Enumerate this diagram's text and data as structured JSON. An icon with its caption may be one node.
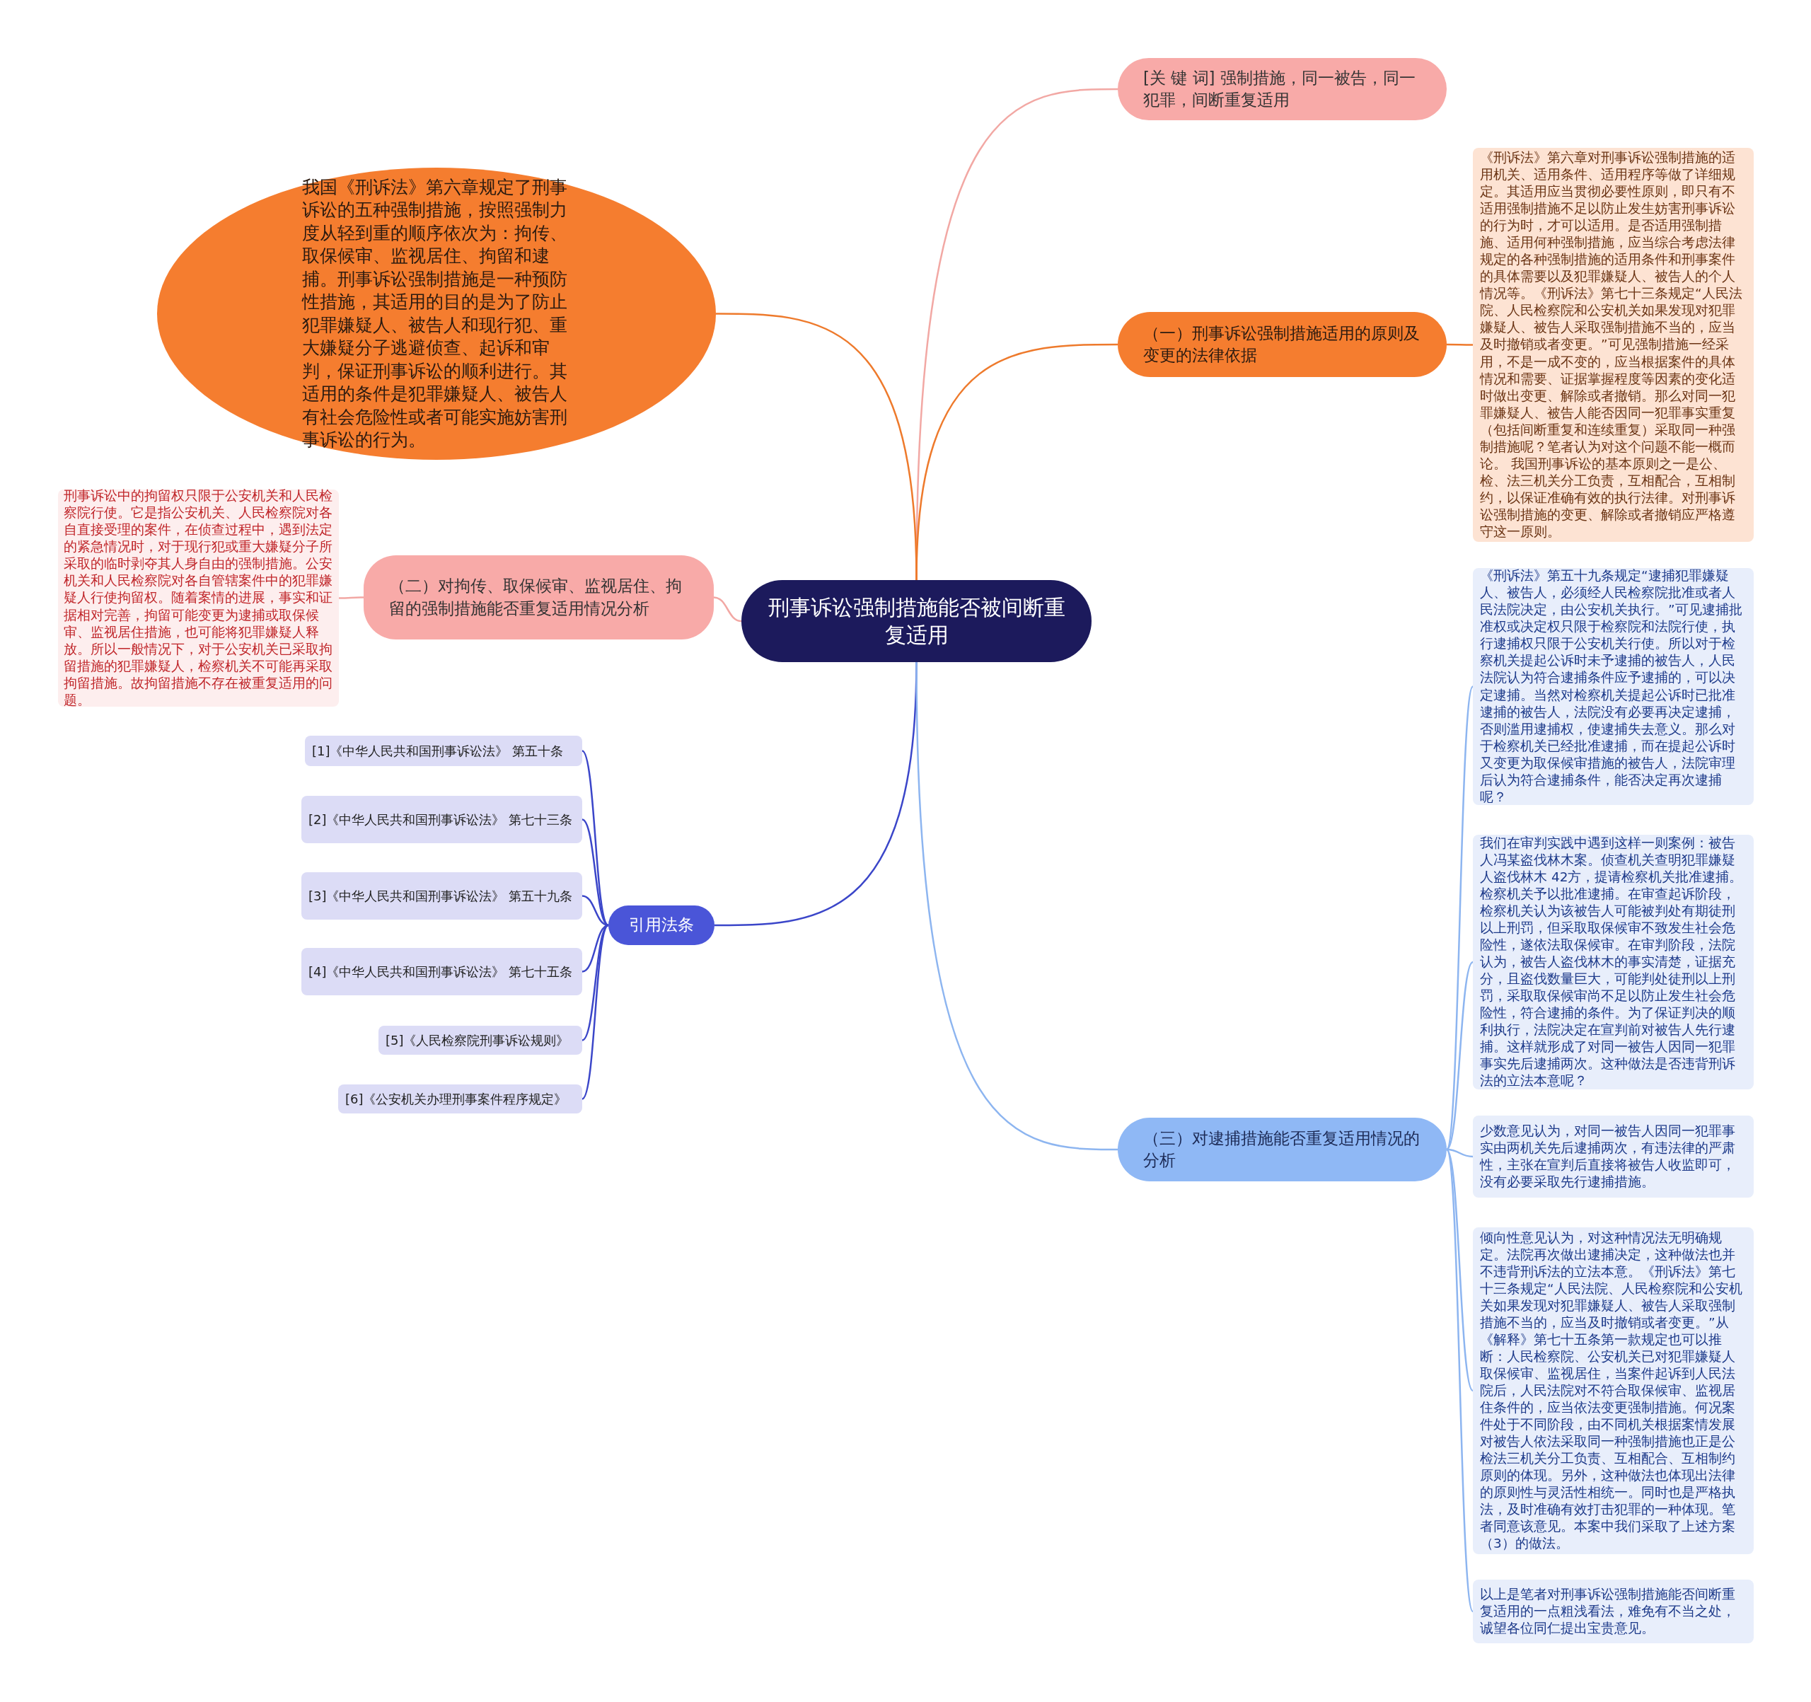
{
  "diagram": {
    "nodes": [
      {
        "text": [
          "刑事诉讼强制措施能否被间断重复适用"
        ]
      },
      {
        "text": [
          "[关 键 词] 强制措施，同一被告，同一犯罪，间断重复适用"
        ]
      },
      {
        "text": [
          "（一）刑事诉讼强制措施适用的原则及变更的法律依据"
        ]
      },
      {
        "text": [
          "《刑诉法》第六章对刑事诉讼强制措施的适用机关、适用条件、适用程序等做了详细规定。其适用应当贯彻必要性原则，即只有不适用强制措施不足以防止发生妨害刑事诉讼的行为时，才可以适用。是否适用强制措施、适用何种强制措施，应当综合考虑法律规定的各种强制措施的适用条件和刑事案件的具体需要以及犯罪嫌疑人、被告人的个人情况等。《刑诉法》第七十三条规定“人民法院、人民检察院和公安机关如果发现对犯罪嫌疑人、被告人采取强制措施不当的，应当及时撤销或者变更。”可见强制措施一经采用，不是一成不变的，应当根据案件的具体情况和需要、证据掌握程度等因素的变化适时做出变更、解除或者撤销。那么对同一犯罪嫌疑人、被告人能否因同一犯罪事实重复（包括间断重复和连续重复）采取同一种强制措施呢？笔者认为对这个问题不能一概而论。 我国刑事诉讼的基本原则之一是公、检、法三机关分工负责，互相配合，互相制约，以保证准确有效的执行法律。对刑事诉讼强制措施的变更、解除或者撤销应严格遵守这一原则。"
        ]
      },
      {
        "text": [
          "我国《刑诉法》第六章规定了刑事诉讼的五种强制措施，按照强制力度从轻到重的顺序依次为：拘传、取保候审、监视居住、拘留和逮捕。刑事诉讼强制措施是一种预防性措施，其适用的目的是为了防止犯罪嫌疑人、被告人和现行犯、重大嫌疑分子逃避侦查、起诉和审判，保证刑事诉讼的顺利进行。其适用的条件是犯罪嫌疑人、被告人有社会危险性或者可能实施妨害刑事诉讼的行为。"
        ]
      },
      {
        "text": [
          "（二）对拘传、取保候审、监视居住、拘留的强制措施能否重复适用情况分析"
        ]
      },
      {
        "text": [
          "刑事诉讼中的拘留权只限于公安机关和人民检察院行使。它是指公安机关、人民检察院对各自直接受理的案件，在侦查过程中，遇到法定的紧急情况时，对于现行犯或重大嫌疑分子所采取的临时剥夺其人身自由的强制措施。公安机关和人民检察院对各自管辖案件中的犯罪嫌疑人行使拘留权。随着案情的进展，事实和证据相对完善，拘留可能变更为逮捕或取保候审、监视居住措施，也可能将犯罪嫌疑人释放。所以一般情况下，对于公安机关已采取拘留措施的犯罪嫌疑人，检察机关不可能再采取拘留措施。故拘留措施不存在被重复适用的问题。"
        ]
      },
      {
        "text": [
          "引用法条"
        ]
      },
      {
        "text": [
          "[1]《中华人民共和国刑事诉讼法》 第五十条"
        ]
      },
      {
        "text": [
          "[2]《中华人民共和国刑事诉讼法》 第七十三条"
        ]
      },
      {
        "text": [
          "[3]《中华人民共和国刑事诉讼法》 第五十九条"
        ]
      },
      {
        "text": [
          "[4]《中华人民共和国刑事诉讼法》 第七十五条"
        ]
      },
      {
        "text": [
          "[5]《人民检察院刑事诉讼规则》"
        ]
      },
      {
        "text": [
          "[6]《公安机关办理刑事案件程序规定》"
        ]
      },
      {
        "text": [
          "（三）对逮捕措施能否重复适用情况的分析"
        ]
      },
      {
        "text": [
          "《刑诉法》第五十九条规定“逮捕犯罪嫌疑人、被告人，必须经人民检察院批准或者人民法院决定，由公安机关执行。”可见逮捕批准权或决定权只限于检察院和法院行使，执行逮捕权只限于公安机关行使。所以对于检察机关提起公诉时未予逮捕的被告人，人民法院认为符合逮捕条件应予逮捕的，可以决定逮捕。当然对检察机关提起公诉时已批准逮捕的被告人，法院没有必要再决定逮捕，否则滥用逮捕权，使逮捕失去意义。那么对于检察机关已经批准逮捕，而在提起公诉时又变更为取保候审措施的被告人，法院审理后认为符合逮捕条件，能否决定再次逮捕呢？"
        ]
      },
      {
        "text": [
          "我们在审判实践中遇到这样一则案例：被告人冯某盗伐林木案。侦查机关查明犯罪嫌疑人盗伐林木 42方，提请检察机关批准逮捕。检察机关予以批准逮捕。在审查起诉阶段，检察机关认为该被告人可能被判处有期徒刑以上刑罚，但采取取保候审不致发生社会危险性，遂依法取保候审。在审判阶段，法院认为，被告人盗伐林木的事实清楚，证据充分，且盗伐数量巨大，可能判处徒刑以上刑罚，采取取保候审尚不足以防止发生社会危险性，符合逮捕的条件。为了保证判决的顺利执行，法院决定在宣判前对被告人先行逮捕。这样就形成了对同一被告人因同一犯罪事实先后逮捕两次。这种做法是否违背刑诉法的立法本意呢？"
        ]
      },
      {
        "text": [
          "少数意见认为，对同一被告人因同一犯罪事实由两机关先后逮捕两次，有违法律的严肃性，主张在宣判后直接将被告人收监即可，没有必要采取先行逮捕措施。"
        ]
      },
      {
        "text": [
          "倾向性意见认为，对这种情况法无明确规定。法院再次做出逮捕决定，这种做法也并不违背刑诉法的立法本意。《刑诉法》第七十三条规定“人民法院、人民检察院和公安机关如果发现对犯罪嫌疑人、被告人采取强制措施不当的，应当及时撤销或者变更。”从《解释》第七十五条第一款规定也可以推断：人民检察院、公安机关已对犯罪嫌疑人取保候审、监视居住，当案件起诉到人民法院后，人民法院对不符合取保候审、监视居住条件的，应当依法变更强制措施。何况案件处于不同阶段，由不同机关根据案情发展对被告人依法采取同一种强制措施也正是公检法三机关分工负责、互相配合、互相制约原则的体现。另外，这种做法也体现出法律的原则性与灵活性相统一。同时也是严格执法，及时准确有效打击犯罪的一种体现。笔者同意该意见。本案中我们采取了上述方案（3）的做法。"
        ]
      },
      {
        "text": [
          "以上是笔者对刑事诉讼强制措施能否间断重复适用的一点粗浅看法，难免有不当之处，诚望各位同仁提出宝贵意见。"
        ]
      }
    ],
    "edges": [
      {
        "from": 0,
        "to": 1,
        "arrow": "none",
        "color": "#f2a8a4"
      },
      {
        "from": 0,
        "to": 2,
        "arrow": "none",
        "color": "#ee7a2c"
      },
      {
        "from": 2,
        "to": 3,
        "arrow": "none",
        "color": "#ee7a2c"
      },
      {
        "from": 0,
        "to": 4,
        "arrow": "none",
        "color": "#ee7a2c"
      },
      {
        "from": 0,
        "to": 5,
        "arrow": "none",
        "color": "#f2a8a4"
      },
      {
        "from": 5,
        "to": 6,
        "arrow": "none",
        "color": "#f2a8a4"
      },
      {
        "from": 0,
        "to": 7,
        "arrow": "none",
        "color": "#3b46c9"
      },
      {
        "from": 7,
        "to": 8,
        "arrow": "none",
        "color": "#3b46c9"
      },
      {
        "from": 7,
        "to": 9,
        "arrow": "none",
        "color": "#3b46c9"
      },
      {
        "from": 7,
        "to": 10,
        "arrow": "none",
        "color": "#3b46c9"
      },
      {
        "from": 7,
        "to": 11,
        "arrow": "none",
        "color": "#3b46c9"
      },
      {
        "from": 7,
        "to": 12,
        "arrow": "none",
        "color": "#3b46c9"
      },
      {
        "from": 7,
        "to": 13,
        "arrow": "none",
        "color": "#3b46c9"
      },
      {
        "from": 0,
        "to": 14,
        "arrow": "none",
        "color": "#8db5f0"
      },
      {
        "from": 14,
        "to": 15,
        "arrow": "none",
        "color": "#8db5f0"
      },
      {
        "from": 14,
        "to": 16,
        "arrow": "none",
        "color": "#8db5f0"
      },
      {
        "from": 14,
        "to": 17,
        "arrow": "none",
        "color": "#8db5f0"
      },
      {
        "from": 14,
        "to": 18,
        "arrow": "none",
        "color": "#8db5f0"
      },
      {
        "from": 14,
        "to": 19,
        "arrow": "none",
        "color": "#8db5f0"
      }
    ]
  }
}
